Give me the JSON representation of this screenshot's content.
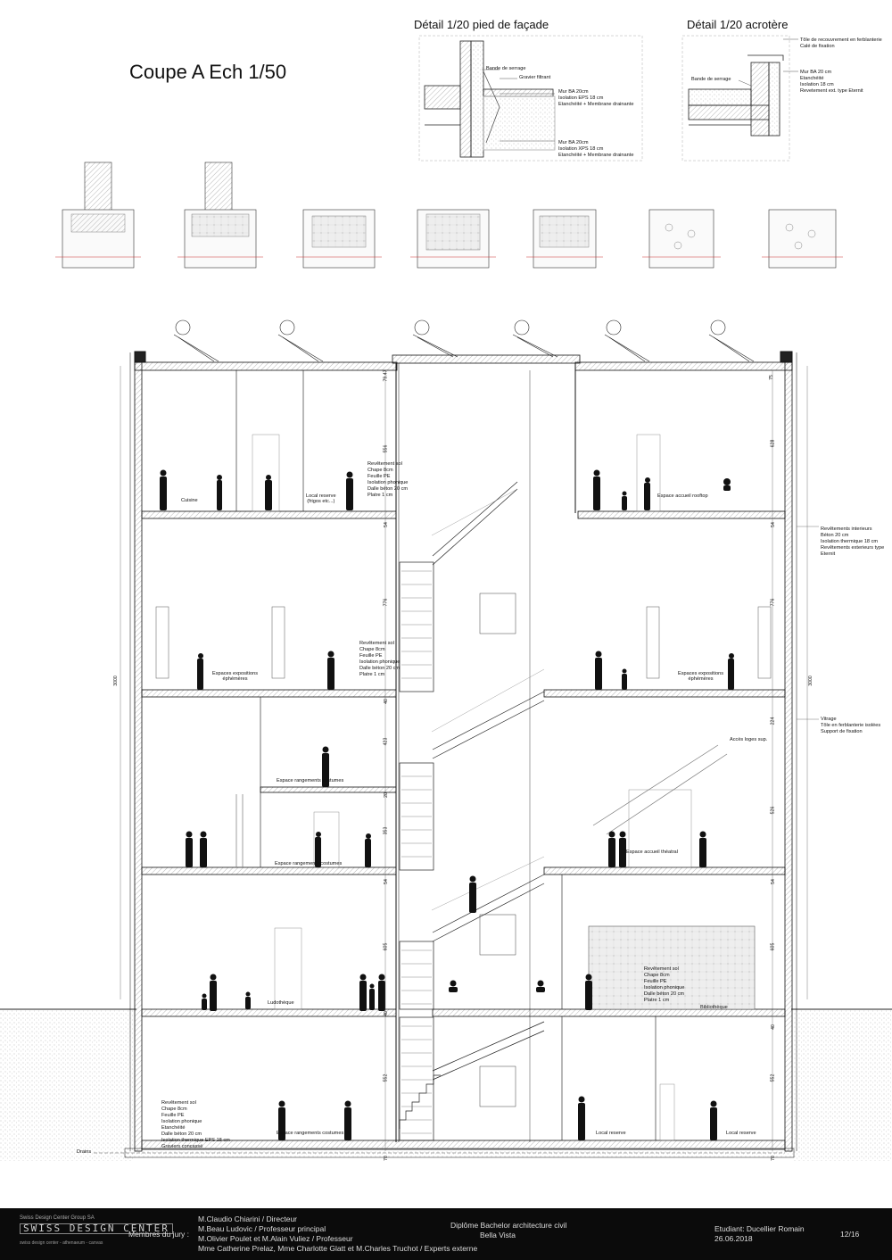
{
  "title": "Coupe A Ech 1/50",
  "detail_facade": {
    "title": "Détail 1/20 pied de façade",
    "labels": [
      "Bande de serrage",
      "Gravier filtrant"
    ],
    "note1": "Mur BA 20cm\nIsolation EPS 18 cm\nEtanchéité + Membrane drainante",
    "note2": "Mur BA 20cm\nIsolation XPS 18 cm\nEtanchéité + Membrane drainante"
  },
  "detail_acrotere": {
    "title": "Détail 1/20 acrotère",
    "top_note": "Tôle de recouvrement en ferblanterie\nCalé de fixation",
    "mid_note": "Mur BA 20 cm\nEtanchéité\nIsolation 18 cm\nRevetement ext. type Eternit",
    "label": "Bande de serrage"
  },
  "section_notes": {
    "floor_top": "Revêtement sol\nChape 8cm\nFeuille PE\nIsolation phonique\nDalle béton 20 cm\nPlatre 1 cm",
    "floor_mid": "Revêtement sol\nChape 8cm\nFeuille PE\nIsolation phonique\nDalle béton 20 cm\nPlatre 1 cm",
    "floor_lib": "Revêtement sol\nChape 8cm\nFeuille PE\nIsolation phonique\nDalle béton 20 cm\nPlatre 1 cm",
    "floor_base": "Revêtement sol\nChape 8cm\nFeuille PE\nIsolation phonique\nEtanchéité\nDalle béton 20 cm\nIsolation thermique EPS 18 cm\nGraviers concassé",
    "walls": "Revêtements interieurs\nBéton 20 cm\nIsolation thermique 18 cm\nRevêtements exterieurs type\nEternit",
    "glazing": "Vitrage\nTôle en ferblanterie isolées\nSupport de fixation"
  },
  "rooms": {
    "cuisine": "Cuisine",
    "local_reserve_top": "Local reserve\n(frigos etc...)",
    "rooftop": "Espace accueil rooftop",
    "expo_left": "Espaces expositions\néphémères",
    "expo_right": "Espaces expositions\néphémères",
    "costumes_1": "Espace rangements costumes",
    "costumes_2": "Espace rangements costumes",
    "acces_loges": "Accès loges sup.",
    "accueil_theatre": "Espace accueil théatral",
    "ludotheque": "Ludothèque",
    "bibliotheque": "Bibliothèque",
    "costumes_base": "Espace rangements costumes",
    "local_reserve_a": "Local reserve",
    "local_reserve_b": "Local reserve",
    "drains": "Drains"
  },
  "dimensions": {
    "left": [
      "79.47",
      "556",
      "54",
      "776",
      "40",
      "423",
      "20",
      "353",
      "54",
      "605",
      "40",
      "552",
      "70"
    ],
    "right": [
      "75",
      "628",
      "54",
      "776",
      "224",
      "526",
      "54",
      "605",
      "40",
      "552",
      "70"
    ],
    "total_left": "3000",
    "total_right": "3000"
  },
  "footer": {
    "company": "Swiss Design Center Group SA",
    "logo": "SWISS DESIGN CENTER",
    "logo_sub": "swiss design center - athenaeum - canvas",
    "jury_label": "Membres du jury :",
    "jury": [
      "M.Claudio Chiarini / Directeur",
      "M.Beau Ludovic / Professeur principal",
      "M.Olivier Poulet et M.Alain Vuliez / Professeur",
      "Mme Catherine Prelaz, Mme Charlotte Glatt et M.Charles Truchot / Experts externe"
    ],
    "diploma": "Diplôme Bachelor architecture civil",
    "project": "Bella Vista",
    "student": "Etudiant: Ducellier Romain",
    "date": "26.06.2018",
    "page": "12/16"
  },
  "colors": {
    "ink": "#111111",
    "ground": "#cfcfcf",
    "footer_bg": "#0b0b0b"
  }
}
